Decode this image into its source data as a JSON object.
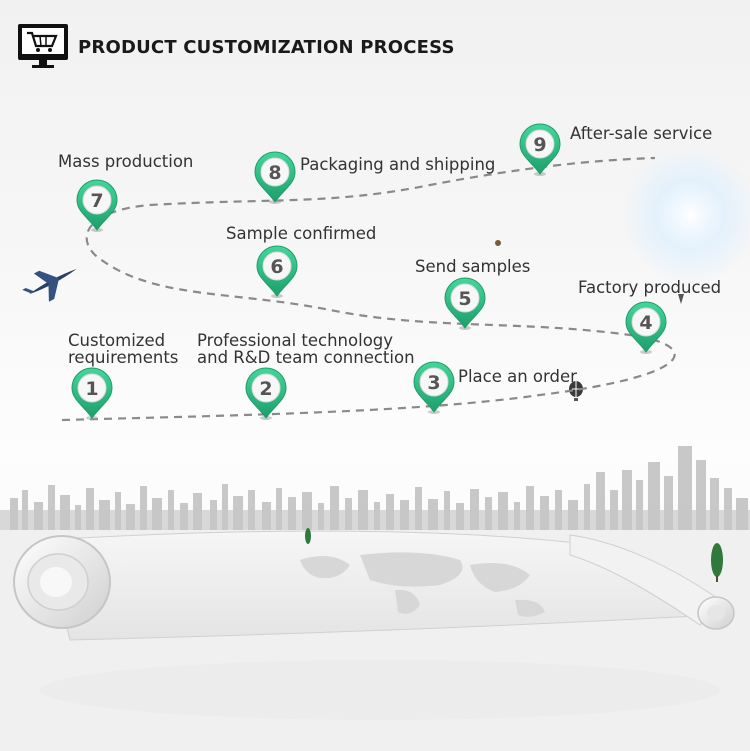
{
  "header": {
    "title": "PRODUCT CUSTOMIZATION PROCESS",
    "icon": "shopping-cart-monitor-icon"
  },
  "colors": {
    "pin": "#2cc38a",
    "pin_dark": "#1f9e6c",
    "path": "#8a8a8a",
    "text": "#333333"
  },
  "steps": [
    {
      "number": "1",
      "label_lines": [
        "Customized",
        "requirements"
      ]
    },
    {
      "number": "2",
      "label_lines": [
        "Professional technology",
        "and R&D team connection"
      ]
    },
    {
      "number": "3",
      "label_lines": [
        "Place an order"
      ]
    },
    {
      "number": "4",
      "label_lines": [
        "Factory produced"
      ]
    },
    {
      "number": "5",
      "label_lines": [
        "Send samples"
      ]
    },
    {
      "number": "6",
      "label_lines": [
        "Sample confirmed"
      ]
    },
    {
      "number": "7",
      "label_lines": [
        "Mass production"
      ]
    },
    {
      "number": "8",
      "label_lines": [
        "Packaging and shipping"
      ]
    },
    {
      "number": "9",
      "label_lines": [
        "After-sale service"
      ]
    }
  ],
  "decorations": [
    "airplane-icon",
    "hot-air-balloon-icon",
    "city-skyline",
    "world-map-scroll",
    "tree-icon"
  ]
}
